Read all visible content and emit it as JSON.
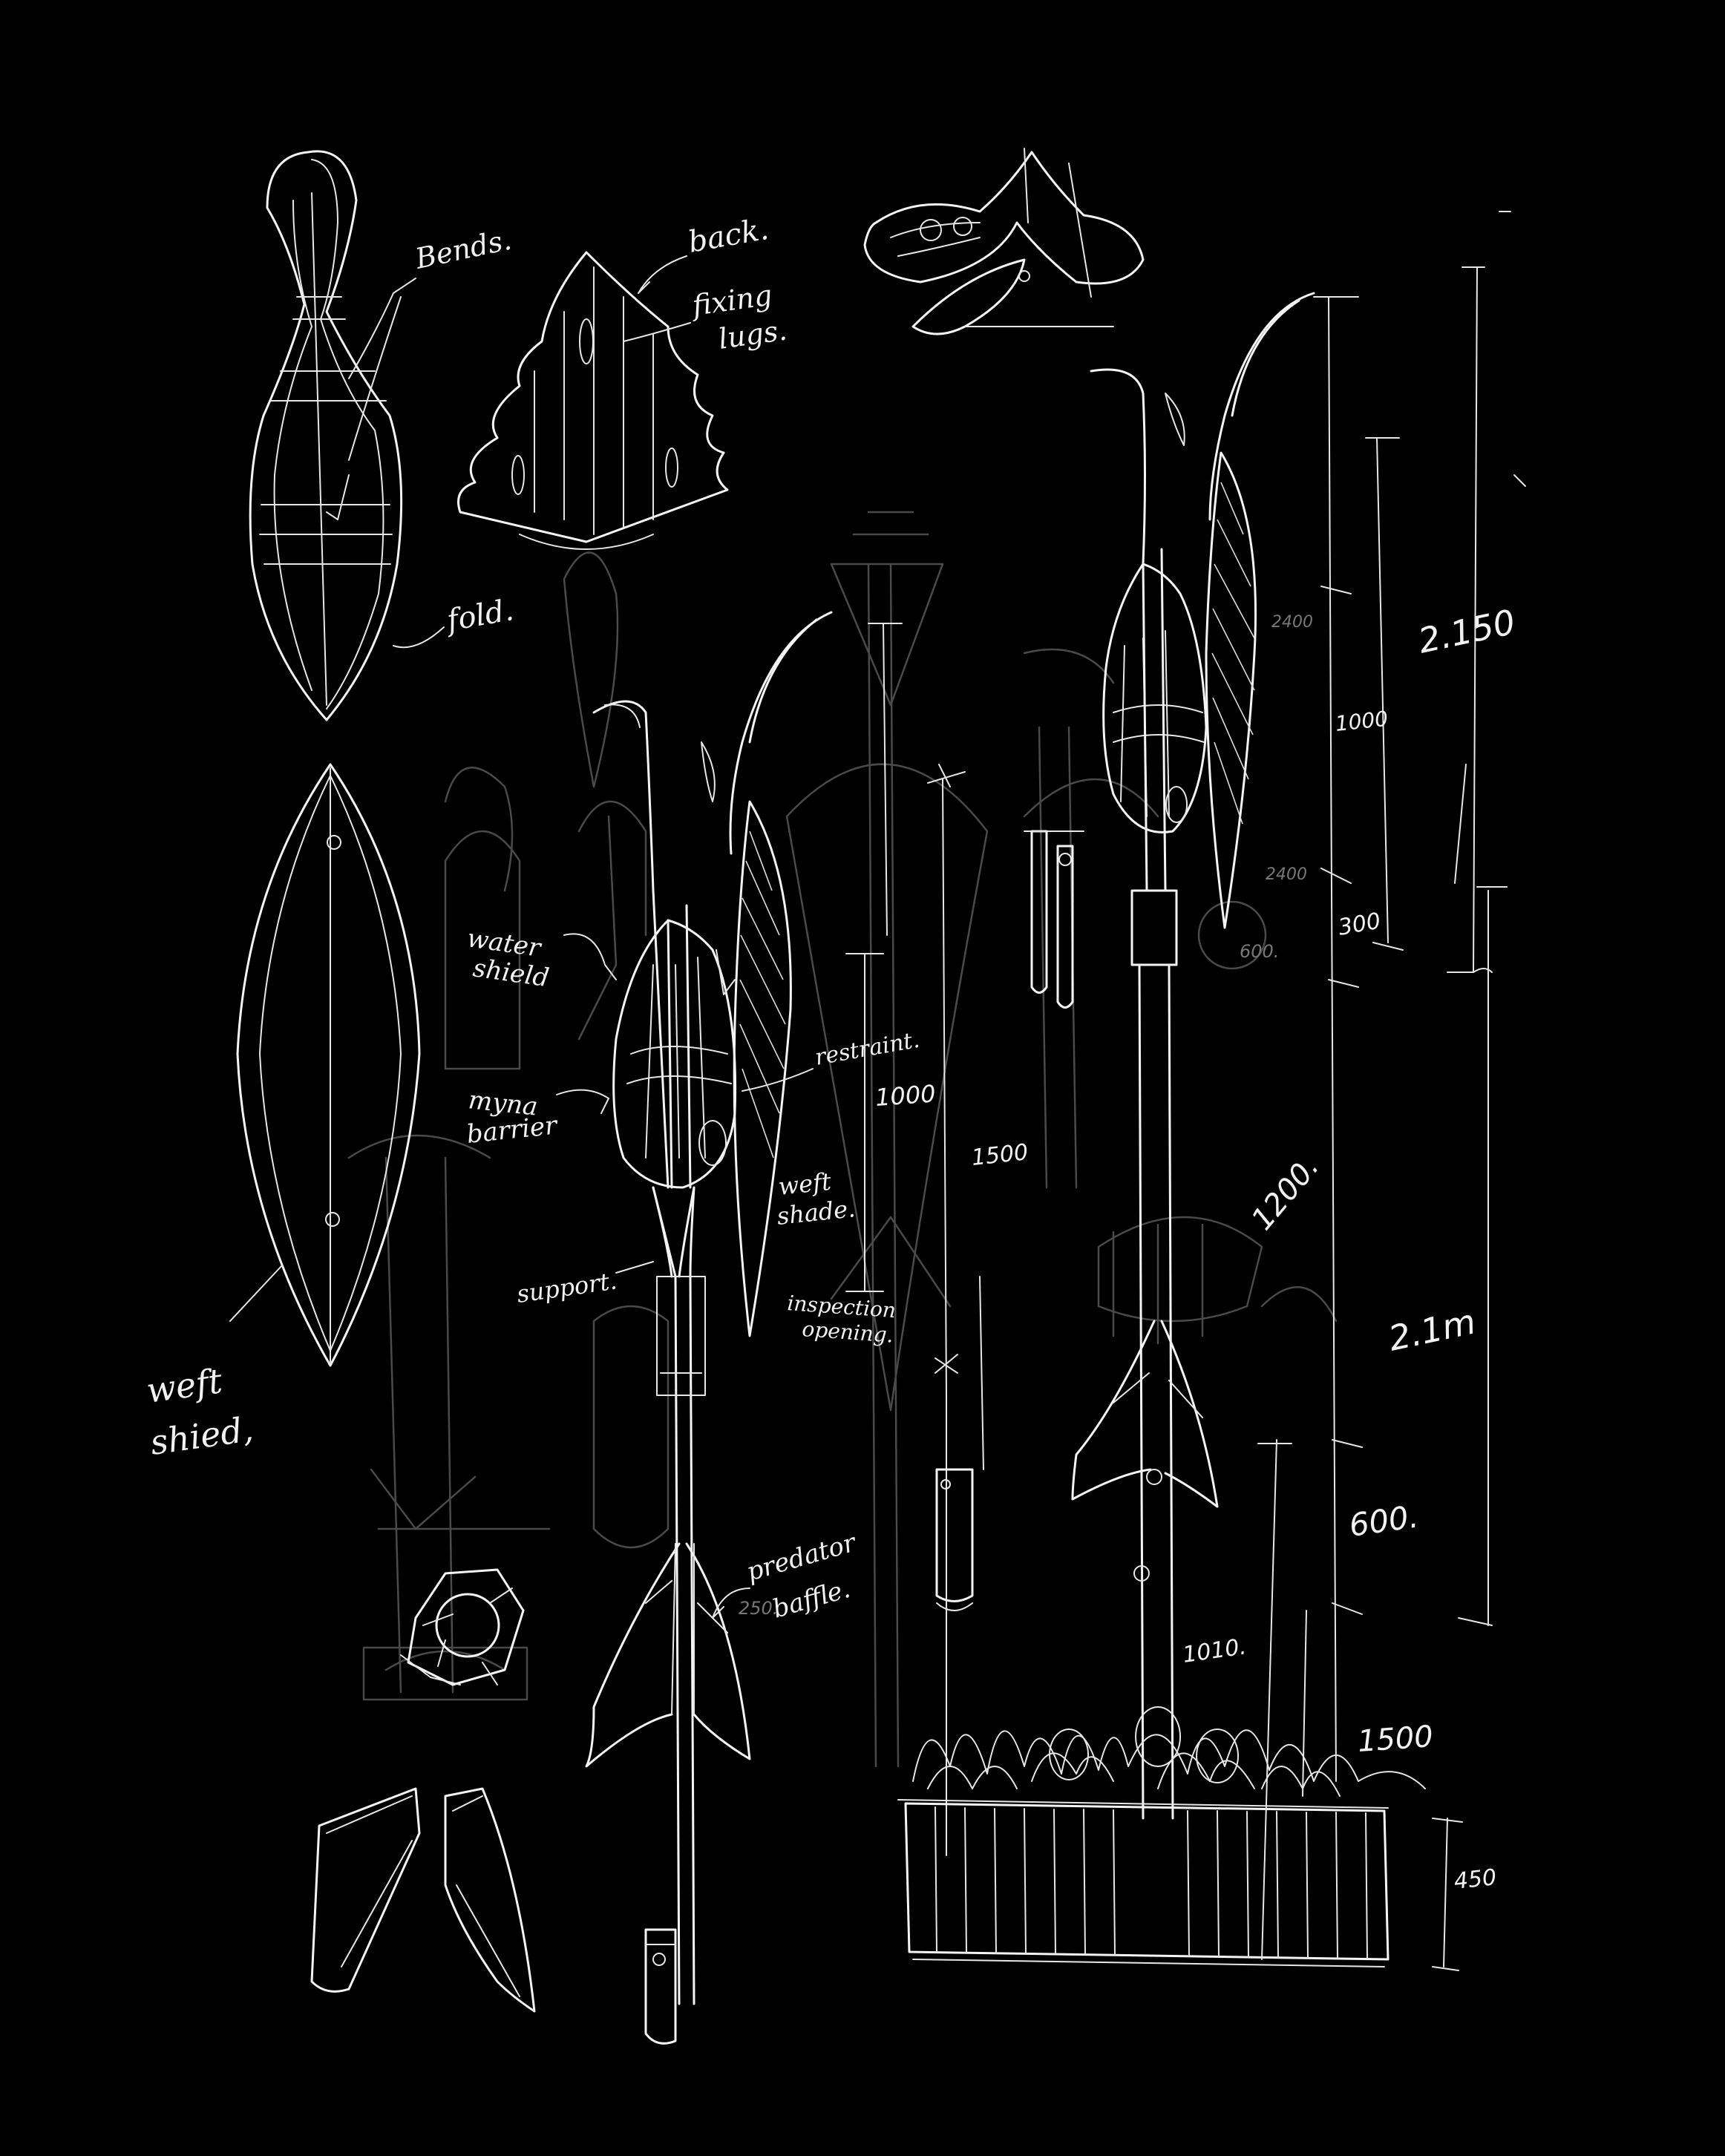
{
  "labels": {
    "bends": "Bends.",
    "back": "back.",
    "fixing_lugs_1": "fixing",
    "fixing_lugs_2": "lugs.",
    "fold": "fold.",
    "water_shield_1": "water",
    "water_shield_2": "shield",
    "restraint": "restraint.",
    "myna_barrier_1": "myna",
    "myna_barrier_2": "barrier",
    "weft_shade_1": "weft",
    "weft_shade_2": "shade.",
    "support": "support.",
    "inspection_opening_1": "inspection",
    "inspection_opening_2": "opening.",
    "predator_baffle_1": "predator",
    "predator_baffle_2": "baffle.",
    "weft_shield_1": "weft",
    "weft_shield_2": "shied,"
  },
  "dimensions": {
    "d1000_left": "1000",
    "d1500": "1500",
    "d250": "250.",
    "d2400": "2400",
    "d1000_right": "1000",
    "d2400b": "2400",
    "d300": "300",
    "d600_small": "600.",
    "d1200": "1200.",
    "d2150": "2.150",
    "d2_1m": "2.1m",
    "d600": "600.",
    "d1010": "1010.",
    "d1500_base": "1500",
    "d450": "450"
  }
}
